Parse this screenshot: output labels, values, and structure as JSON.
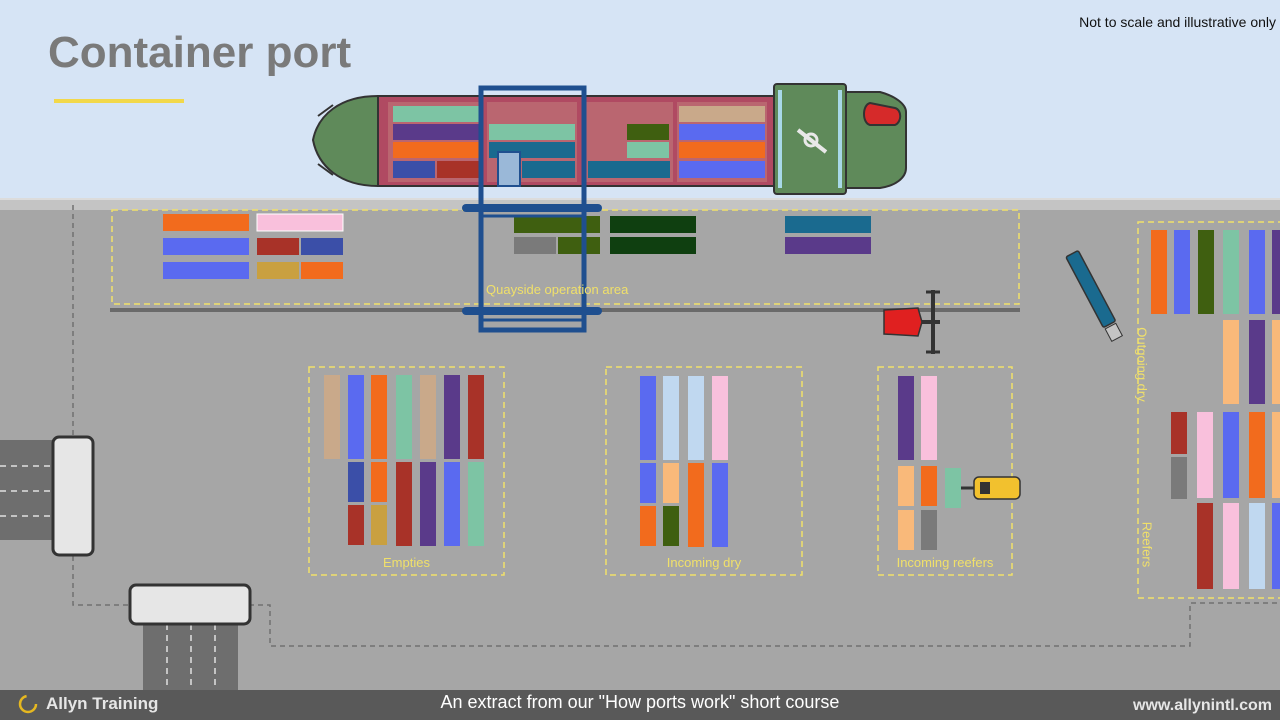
{
  "header": {
    "title": "Container port",
    "disclaimer": "Not to scale and illustrative only"
  },
  "zones": {
    "quayside": "Quayside operation area",
    "empties": "Empties",
    "incoming_dry": "Incoming dry",
    "incoming_reefers": "Incoming reefers",
    "outgoing_dry": "Outgoing dry",
    "reefers": "Reefers"
  },
  "footer": {
    "brand": "Allyn Training",
    "caption": "An extract from our \"How ports work\" short course",
    "website": "www.allynintl.com"
  },
  "colors": {
    "sky": "#d6e4f5",
    "yard": "#a6a6a6",
    "zone_border": "#f0e06a",
    "ship_hull": "#5f8a5a",
    "ship_deck": "#b04a62",
    "crane": "#1f4f8f"
  }
}
